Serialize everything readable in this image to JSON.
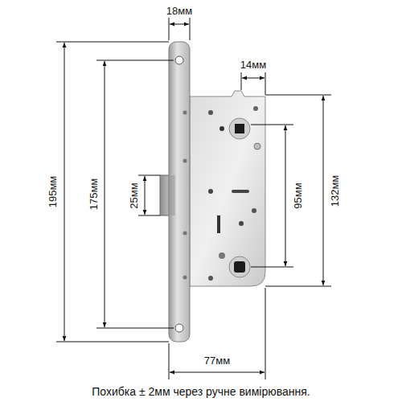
{
  "diagram": {
    "caption": "Похибка ± 2мм через ручне вимірювання.",
    "labels": [
      "18мм",
      "14мм",
      "195мм",
      "175мм",
      "25мм",
      "95мм",
      "132мм",
      "77мм"
    ]
  }
}
